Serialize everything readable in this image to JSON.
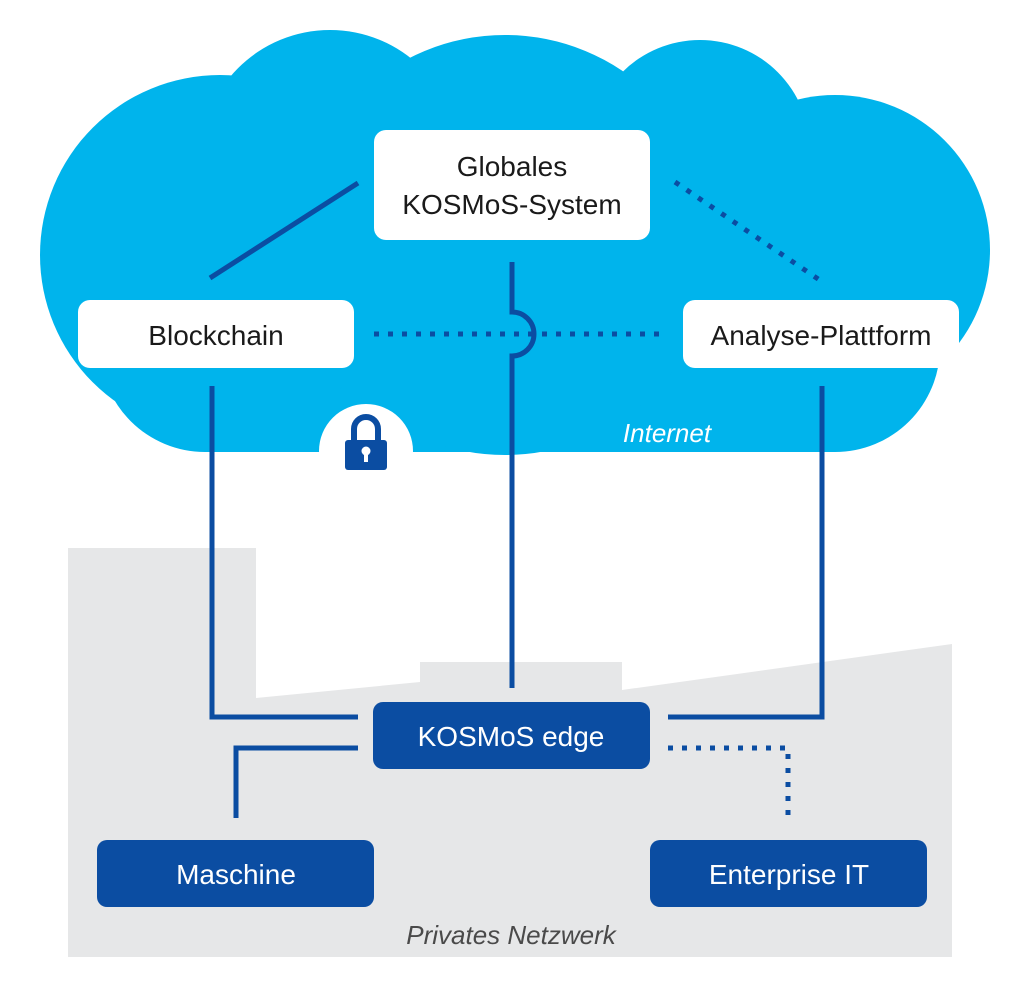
{
  "nodes": {
    "global_system": {
      "lines": [
        "Globales",
        "KOSMoS-System"
      ]
    },
    "blockchain": {
      "label": "Blockchain"
    },
    "analytics": {
      "label": "Analyse-Plattform"
    },
    "edge": {
      "label": "KOSMoS edge"
    },
    "machine": {
      "label": "Maschine"
    },
    "enterprise_it": {
      "label": "Enterprise IT"
    }
  },
  "zones": {
    "internet": "Internet",
    "private_network": "Privates Netzwerk"
  },
  "icons": {
    "lock": "lock-icon"
  },
  "colors": {
    "cloud": "#00b4ec",
    "network_area": "#e6e7e8",
    "node_dark": "#0b4da2",
    "node_light": "#ffffff",
    "connector": "#0b4da2"
  }
}
